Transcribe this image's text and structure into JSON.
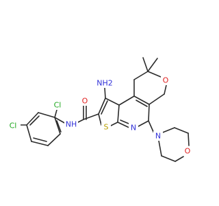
{
  "colors": {
    "bond": "#2b2b2b",
    "carbon": "#2b2b2b",
    "nitrogen": "#3030d8",
    "oxygen": "#e02020",
    "sulfur": "#b8a000",
    "chlorine": "#1fa81f"
  },
  "atoms": {
    "nh2": "NH2",
    "amide_o": "O",
    "amide_nh": "NH",
    "cl_top": "Cl",
    "cl_left": "Cl",
    "thiophene_s": "S",
    "pyridine_n": "N",
    "morpholine_n": "N",
    "morpholine_o": "O",
    "pyran_o": "O"
  }
}
